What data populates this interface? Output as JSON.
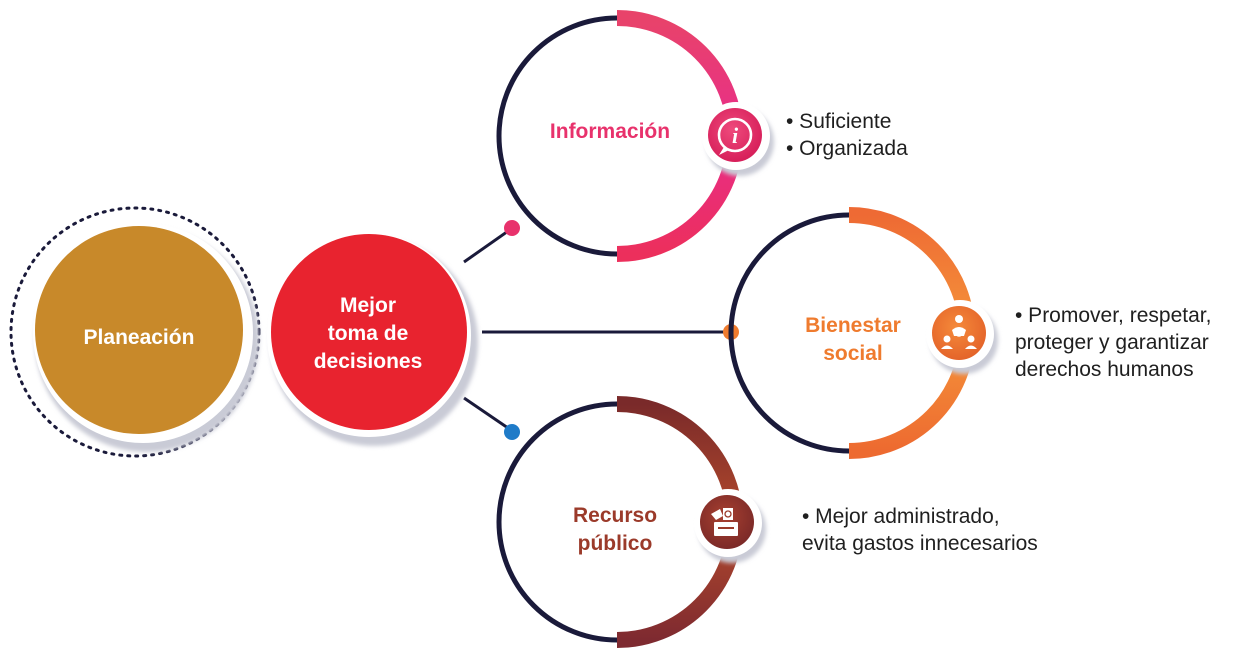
{
  "center": {
    "left_label": "Planeación",
    "right_lines": [
      "Mejor",
      "toma de",
      "decisiones"
    ]
  },
  "nodes": [
    {
      "id": "informacion",
      "title_lines": [
        "Información"
      ],
      "color": "#e8326c",
      "icon": "info-icon",
      "bullets": [
        "• Suficiente",
        "• Organizada"
      ]
    },
    {
      "id": "bienestar",
      "title_lines": [
        "Bienestar",
        "social"
      ],
      "color": "#ef7b2e",
      "icon": "community-people-icon",
      "bullets": [
        "• Promover, respetar,",
        "proteger y garantizar",
        "derechos humanos"
      ]
    },
    {
      "id": "recurso",
      "title_lines": [
        "Recurso",
        "público"
      ],
      "color": "#9b3a2a",
      "icon": "ballot-box-icon",
      "bullets": [
        "• Mejor administrado,",
        "evita gastos innecesarios"
      ]
    }
  ],
  "colors": {
    "planeacion": "#c8892a",
    "decisiones": "#e8232f",
    "ring_dark": "#1a1a3a",
    "connector": "#1a1a3a",
    "dot_info": "#e8326c",
    "dot_bienestar": "#ef7b2e",
    "dot_recurso": "#1f7bc8"
  }
}
